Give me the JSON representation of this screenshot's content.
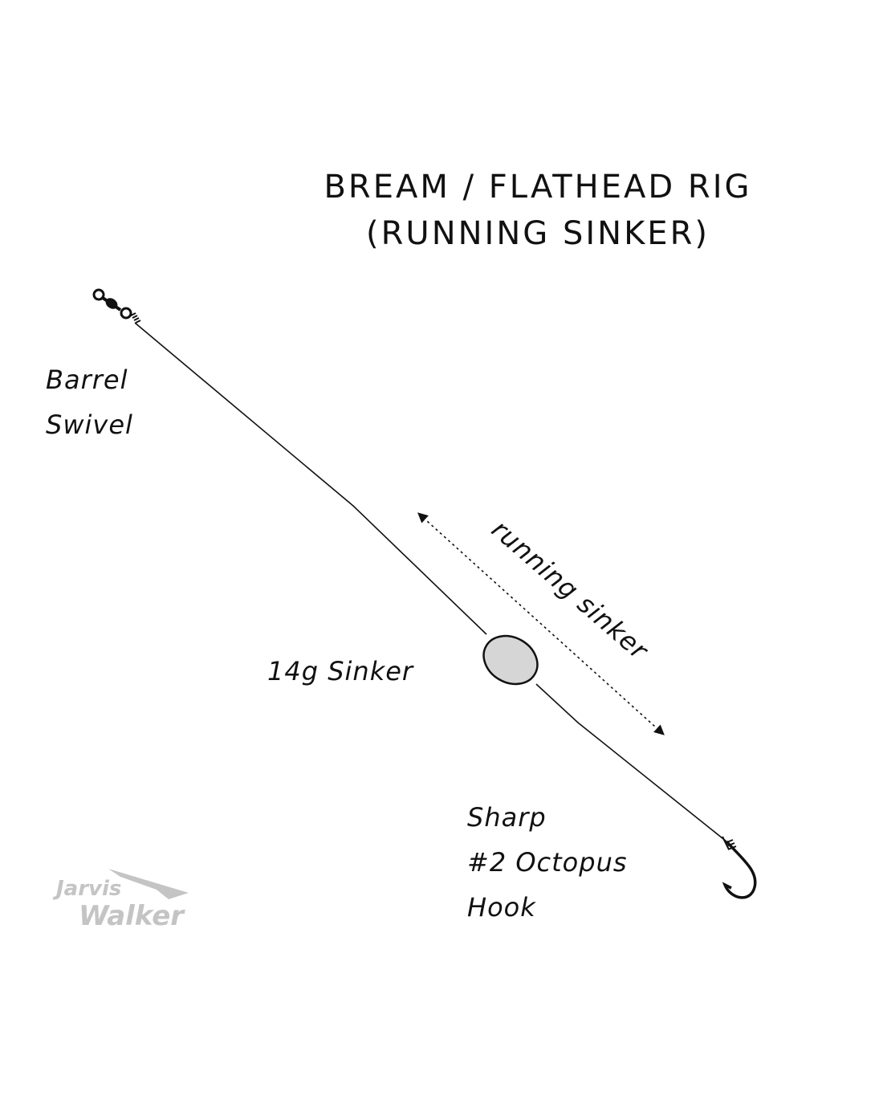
{
  "title": {
    "line1": "Bream / Flathead Rig",
    "line2": "(Running Sinker)"
  },
  "labels": {
    "swivel": [
      "Barrel",
      "Swivel"
    ],
    "sinker": "14g Sinker",
    "running": "running sinker",
    "hook": [
      "Sharp",
      "#2 Octopus",
      "Hook"
    ]
  },
  "logo": {
    "line1": "Jarvis",
    "line2": "Walker"
  },
  "colors": {
    "ink": "#111111",
    "sinker": "#d6d6d6",
    "logo": "#c4c4c4"
  }
}
